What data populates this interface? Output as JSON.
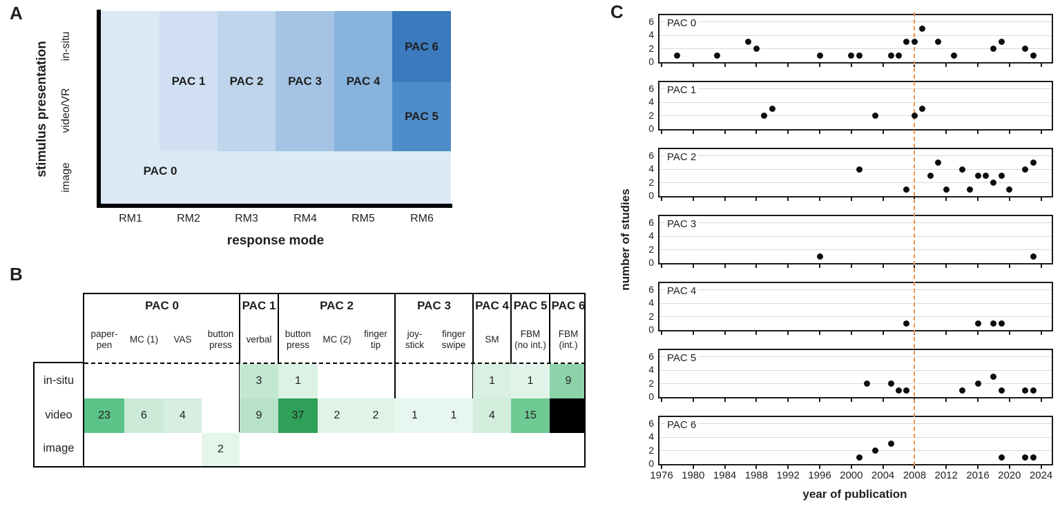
{
  "figure": {
    "panel_a_label": "A",
    "panel_b_label": "B",
    "panel_c_label": "C"
  },
  "colors": {
    "text": "#1f1f1f",
    "border": "#1a1a1a",
    "gridline": "#d9d9d9",
    "dashed_line": "#f0924c",
    "dot": "#0d0d0d",
    "pac_blues": {
      "pac0": "#dce9f6",
      "pac1": "#d0dff1",
      "pac2": "#bfd5ec",
      "pac3": "#a5c4e5",
      "pac4": "#87b3dd",
      "pac5": "#4e8cca",
      "pac6": "#3a7abd"
    }
  },
  "panelA": {
    "y_axis_title": "stimulus presentation",
    "x_axis_title": "response mode",
    "row_labels": [
      "in-situ",
      "video/VR",
      "image"
    ],
    "col_labels": [
      "RM1",
      "RM2",
      "RM3",
      "RM4",
      "RM5",
      "RM6"
    ],
    "region_labels": {
      "pac0": "PAC 0",
      "pac1": "PAC 1",
      "pac2": "PAC 2",
      "pac3": "PAC 3",
      "pac4": "PAC 4",
      "pac5": "PAC 5",
      "pac6": "PAC 6"
    }
  },
  "panelB": {
    "row_labels": [
      "in-situ",
      "video",
      "image"
    ],
    "groups": [
      {
        "label": "PAC 0",
        "sub_cols": [
          "paper-|pen",
          "MC (1)",
          "VAS",
          "button|press"
        ],
        "widths": [
          58,
          57,
          55,
          55
        ]
      },
      {
        "label": "PAC 1",
        "sub_cols": [
          "verbal"
        ],
        "widths": [
          56
        ]
      },
      {
        "label": "PAC 2",
        "sub_cols": [
          "button|press",
          "MC (2)",
          "finger|tip"
        ],
        "widths": [
          57,
          56,
          56
        ]
      },
      {
        "label": "PAC 3",
        "sub_cols": [
          "joy-|stick",
          "finger|swipe"
        ],
        "widths": [
          57,
          56
        ]
      },
      {
        "label": "PAC 4",
        "sub_cols": [
          "SM"
        ],
        "widths": [
          55
        ]
      },
      {
        "label": "PAC 5",
        "sub_cols": [
          "FBM|(no int.)"
        ],
        "widths": [
          56
        ]
      },
      {
        "label": "PAC 6",
        "sub_cols": [
          "FBM|(int.)"
        ],
        "widths": [
          54
        ]
      }
    ],
    "cells": [
      {
        "row": 0,
        "group": 1,
        "sub": 0,
        "value": "3",
        "bg": "#c3e7d1"
      },
      {
        "row": 0,
        "group": 2,
        "sub": 0,
        "value": "1",
        "bg": "#dcf2e5"
      },
      {
        "row": 0,
        "group": 4,
        "sub": 0,
        "value": "1",
        "bg": "#d9f0e2"
      },
      {
        "row": 0,
        "group": 5,
        "sub": 0,
        "value": "1",
        "bg": "#e2f4ea"
      },
      {
        "row": 0,
        "group": 6,
        "sub": 0,
        "value": "9",
        "bg": "#8dd3aa"
      },
      {
        "row": 1,
        "group": 0,
        "sub": 0,
        "value": "23",
        "bg": "#5bc388"
      },
      {
        "row": 1,
        "group": 0,
        "sub": 1,
        "value": "6",
        "bg": "#cbead7"
      },
      {
        "row": 1,
        "group": 0,
        "sub": 2,
        "value": "4",
        "bg": "#d6efe0"
      },
      {
        "row": 1,
        "group": 1,
        "sub": 0,
        "value": "9",
        "bg": "#b7e2c8"
      },
      {
        "row": 1,
        "group": 2,
        "sub": 0,
        "value": "37",
        "bg": "#2fa058"
      },
      {
        "row": 1,
        "group": 2,
        "sub": 1,
        "value": "2",
        "bg": "#dff3e7"
      },
      {
        "row": 1,
        "group": 2,
        "sub": 2,
        "value": "2",
        "bg": "#dff3e7"
      },
      {
        "row": 1,
        "group": 3,
        "sub": 0,
        "value": "1",
        "bg": "#e7f6ee"
      },
      {
        "row": 1,
        "group": 3,
        "sub": 1,
        "value": "1",
        "bg": "#e7f6ee"
      },
      {
        "row": 1,
        "group": 4,
        "sub": 0,
        "value": "4",
        "bg": "#d3eddd"
      },
      {
        "row": 1,
        "group": 5,
        "sub": 0,
        "value": "15",
        "bg": "#6fca94"
      },
      {
        "row": 1,
        "group": 6,
        "sub": 0,
        "value": "",
        "bg": "#000000"
      },
      {
        "row": 2,
        "group": 0,
        "sub": 3,
        "value": "2",
        "bg": "#e4f5eb"
      }
    ]
  },
  "panelC": {
    "y_axis_title": "number of studies",
    "x_axis_title": "year of publication",
    "x_ticks": [
      1976,
      1980,
      1984,
      1988,
      1992,
      1996,
      2000,
      2004,
      2008,
      2012,
      2016,
      2020,
      2024
    ],
    "y_ticks": [
      0,
      2,
      4,
      6
    ],
    "dashed_line_year": 2008
  },
  "chart_data": [
    {
      "type": "scatter",
      "title": "PAC 0",
      "x": [
        1978,
        1983,
        1987,
        1988,
        1996,
        2000,
        2001,
        2005,
        2006,
        2007,
        2008,
        2009,
        2011,
        2013,
        2018,
        2019,
        2022,
        2023
      ],
      "y": [
        1,
        1,
        3,
        2,
        1,
        1,
        1,
        1,
        1,
        3,
        3,
        5,
        3,
        1,
        2,
        3,
        2,
        1
      ],
      "xlabel": "year of publication",
      "ylabel": "number of studies",
      "xlim": [
        1975.6,
        2025.6
      ],
      "ylim": [
        0,
        7
      ],
      "grid": "horizontal 2,4,6",
      "annotation": "vertical dashed line at 2008"
    },
    {
      "type": "scatter",
      "title": "PAC 1",
      "x": [
        1989,
        1990,
        2003,
        2008,
        2009
      ],
      "y": [
        2,
        3,
        2,
        2,
        3
      ],
      "xlabel": "year of publication",
      "ylabel": "number of studies",
      "xlim": [
        1975.6,
        2025.6
      ],
      "ylim": [
        0,
        7
      ],
      "grid": "horizontal 2,4,6",
      "annotation": "vertical dashed line at 2008"
    },
    {
      "type": "scatter",
      "title": "PAC 2",
      "x": [
        2001,
        2007,
        2010,
        2011,
        2012,
        2014,
        2015,
        2016,
        2017,
        2018,
        2019,
        2020,
        2022,
        2023
      ],
      "y": [
        4,
        1,
        3,
        5,
        1,
        4,
        1,
        3,
        3,
        2,
        3,
        1,
        4,
        5
      ],
      "xlabel": "year of publication",
      "ylabel": "number of studies",
      "xlim": [
        1975.6,
        2025.6
      ],
      "ylim": [
        0,
        7
      ],
      "grid": "horizontal 2,4,6",
      "annotation": "vertical dashed line at 2008"
    },
    {
      "type": "scatter",
      "title": "PAC 3",
      "x": [
        1996,
        2023
      ],
      "y": [
        1,
        1
      ],
      "xlabel": "year of publication",
      "ylabel": "number of studies",
      "xlim": [
        1975.6,
        2025.6
      ],
      "ylim": [
        0,
        7
      ],
      "grid": "horizontal 2,4,6",
      "annotation": "vertical dashed line at 2008"
    },
    {
      "type": "scatter",
      "title": "PAC 4",
      "x": [
        2007,
        2016,
        2018,
        2019
      ],
      "y": [
        1,
        1,
        1,
        1
      ],
      "xlabel": "year of publication",
      "ylabel": "number of studies",
      "xlim": [
        1975.6,
        2025.6
      ],
      "ylim": [
        0,
        7
      ],
      "grid": "horizontal 2,4,6",
      "annotation": "vertical dashed line at 2008"
    },
    {
      "type": "scatter",
      "title": "PAC 5",
      "x": [
        2002,
        2005,
        2006,
        2007,
        2014,
        2016,
        2018,
        2019,
        2022,
        2023
      ],
      "y": [
        2,
        2,
        1,
        1,
        1,
        2,
        3,
        1,
        1,
        1
      ],
      "xlabel": "year of publication",
      "ylabel": "number of studies",
      "xlim": [
        1975.6,
        2025.6
      ],
      "ylim": [
        0,
        7
      ],
      "grid": "horizontal 2,4,6",
      "annotation": "vertical dashed line at 2008"
    },
    {
      "type": "scatter",
      "title": "PAC 6",
      "x": [
        2001,
        2003,
        2005,
        2019,
        2022,
        2023
      ],
      "y": [
        1,
        2,
        3,
        1,
        1,
        1
      ],
      "xlabel": "year of publication",
      "ylabel": "number of studies",
      "xlim": [
        1975.6,
        2025.6
      ],
      "ylim": [
        0,
        7
      ],
      "grid": "horizontal 2,4,6",
      "annotation": "vertical dashed line at 2008"
    },
    {
      "type": "heatmap",
      "title": "number of studies per PAC response mode and stimulus presentation",
      "rows": [
        "in-situ",
        "video",
        "image"
      ],
      "columns": [
        "PAC 0 paper-pen",
        "PAC 0 MC (1)",
        "PAC 0 VAS",
        "PAC 0 button press",
        "PAC 1 verbal",
        "PAC 2 button press",
        "PAC 2 MC (2)",
        "PAC 2 finger tip",
        "PAC 3 joy-stick",
        "PAC 3 finger swipe",
        "PAC 4 SM",
        "PAC 5 FBM (no int.)",
        "PAC 6 FBM (int.)"
      ],
      "values": [
        [
          null,
          null,
          null,
          null,
          3,
          1,
          null,
          null,
          null,
          null,
          1,
          1,
          9
        ],
        [
          23,
          6,
          4,
          null,
          9,
          37,
          2,
          2,
          1,
          1,
          4,
          15,
          null
        ],
        [
          null,
          null,
          null,
          2,
          null,
          null,
          null,
          null,
          null,
          null,
          null,
          null,
          null
        ]
      ]
    }
  ]
}
